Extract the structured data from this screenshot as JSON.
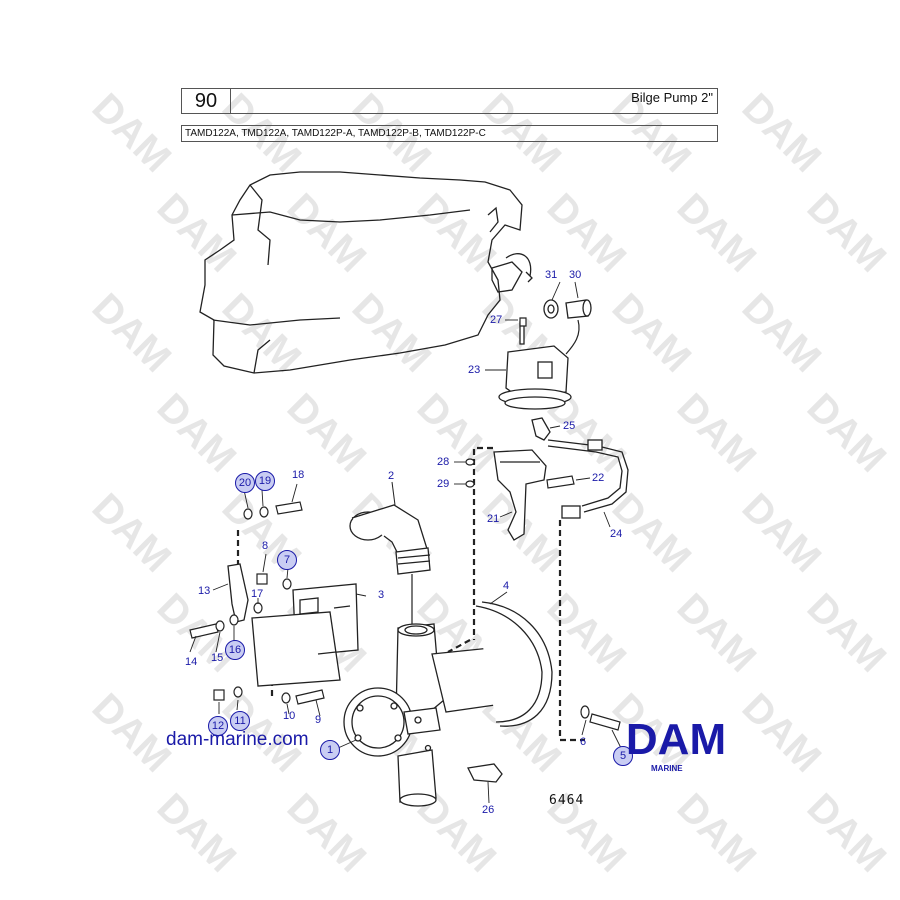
{
  "header": {
    "page_number": "90",
    "title": "Bilge Pump 2\"",
    "models": "TAMD122A, TMD122A, TAMD122P-A, TAMD122P-B, TAMD122P-C"
  },
  "callouts": {
    "c1": "1",
    "c2": "2",
    "c3": "3",
    "c4": "4",
    "c5": "5",
    "c6": "6",
    "c7": "7",
    "c8": "8",
    "c9": "9",
    "c10": "10",
    "c11": "11",
    "c12": "12",
    "c13": "13",
    "c14": "14",
    "c15": "15",
    "c16": "16",
    "c17": "17",
    "c18": "18",
    "c19": "19",
    "c20": "20",
    "c21": "21",
    "c22": "22",
    "c23": "23",
    "c24": "24",
    "c25": "25",
    "c26": "26",
    "c27": "27",
    "c28": "28",
    "c29": "29",
    "c30": "30",
    "c31": "31"
  },
  "figure_number": "6464",
  "website": "dam-marine.com",
  "brand": {
    "logo_text": "DAM",
    "sub_text": "MARINE",
    "color": "#1a1aa8"
  },
  "watermark_text": "DAM"
}
